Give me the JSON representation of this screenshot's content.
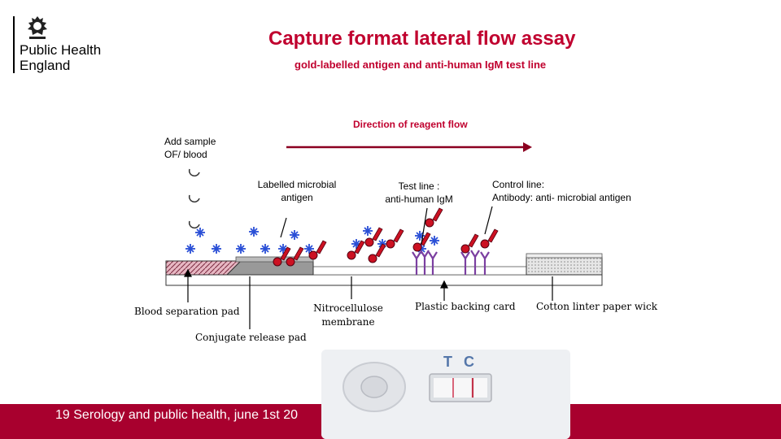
{
  "org": {
    "name": "Public Health\nEngland"
  },
  "title": "Capture format lateral flow assay",
  "subtitle": "gold-labelled antigen and anti-human IgM test line",
  "flow_label": "Direction of reagent flow",
  "labels": {
    "add_sample": "Add sample\nOF/ blood",
    "labelled_antigen": "Labelled microbial\nantigen",
    "test_line": "Test line :\nanti-human IgM",
    "control_line": "Control line:\nAntibody: anti- microbial antigen",
    "blood_pad": "Blood separation pad",
    "conjugate_pad": "Conjugate release pad",
    "nitrocellulose": "Nitrocellulose\nmembrane",
    "backing": "Plastic backing card",
    "wick": "Cotton linter paper wick"
  },
  "photo": {
    "t_label": "T",
    "c_label": "C"
  },
  "footer": {
    "text": "19 Serology and public health, june 1st 20"
  },
  "colors": {
    "accent": "#C0002E",
    "footer_bg": "#A8002E",
    "gold": "#CC1122",
    "antibody": "#7B3FA0",
    "antigen": "#2A4FD6"
  }
}
